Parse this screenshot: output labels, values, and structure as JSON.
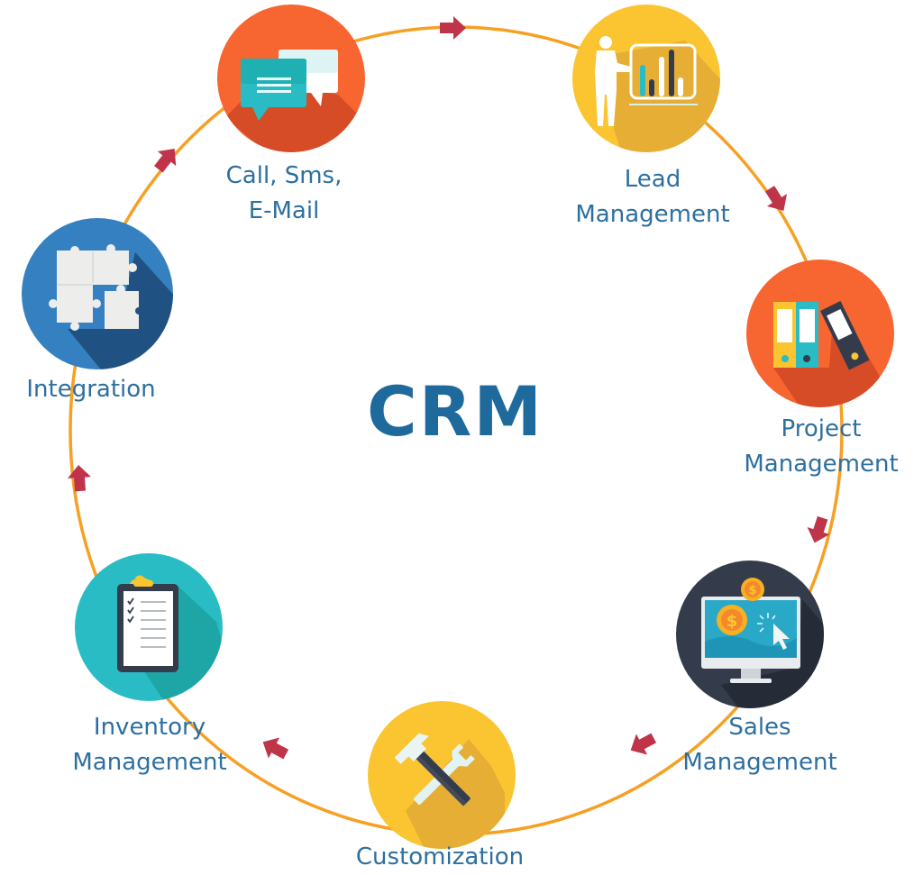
{
  "title": "CRM",
  "colors": {
    "ring": "#f6a024",
    "arrow": "#c0344a",
    "label": "#2d6f9f",
    "title": "#1f6a9c",
    "orange": "#f76531",
    "orange_shadow": "#d64c27",
    "yellow": "#fbc531",
    "yellow_shadow": "#e6ae34",
    "dark": "#343c4b",
    "dark_shadow": "#262c37",
    "teal": "#29bcc4",
    "teal_shadow": "#1ea5a6",
    "blue": "#3580c0",
    "blue_shadow": "#1f5283"
  },
  "nodes": [
    {
      "id": "call-sms-email",
      "lines": [
        "Call, Sms,",
        "E-Mail"
      ],
      "icon": "chat-bubbles-icon",
      "color": "orange"
    },
    {
      "id": "lead-management",
      "lines": [
        "Lead",
        "Management"
      ],
      "icon": "presentation-chart-icon",
      "color": "yellow"
    },
    {
      "id": "project-management",
      "lines": [
        "Project",
        "Management"
      ],
      "icon": "binders-icon",
      "color": "orange"
    },
    {
      "id": "sales-management",
      "lines": [
        "Sales",
        "Management"
      ],
      "icon": "monitor-dollar-icon",
      "color": "dark"
    },
    {
      "id": "customization",
      "lines": [
        "Customization"
      ],
      "icon": "wrench-hammer-icon",
      "color": "yellow"
    },
    {
      "id": "inventory-management",
      "lines": [
        "Inventory",
        "Management"
      ],
      "icon": "clipboard-checklist-icon",
      "color": "teal"
    },
    {
      "id": "integration",
      "lines": [
        "Integration"
      ],
      "icon": "puzzle-pieces-icon",
      "color": "blue"
    }
  ],
  "flow_direction": "clockwise"
}
